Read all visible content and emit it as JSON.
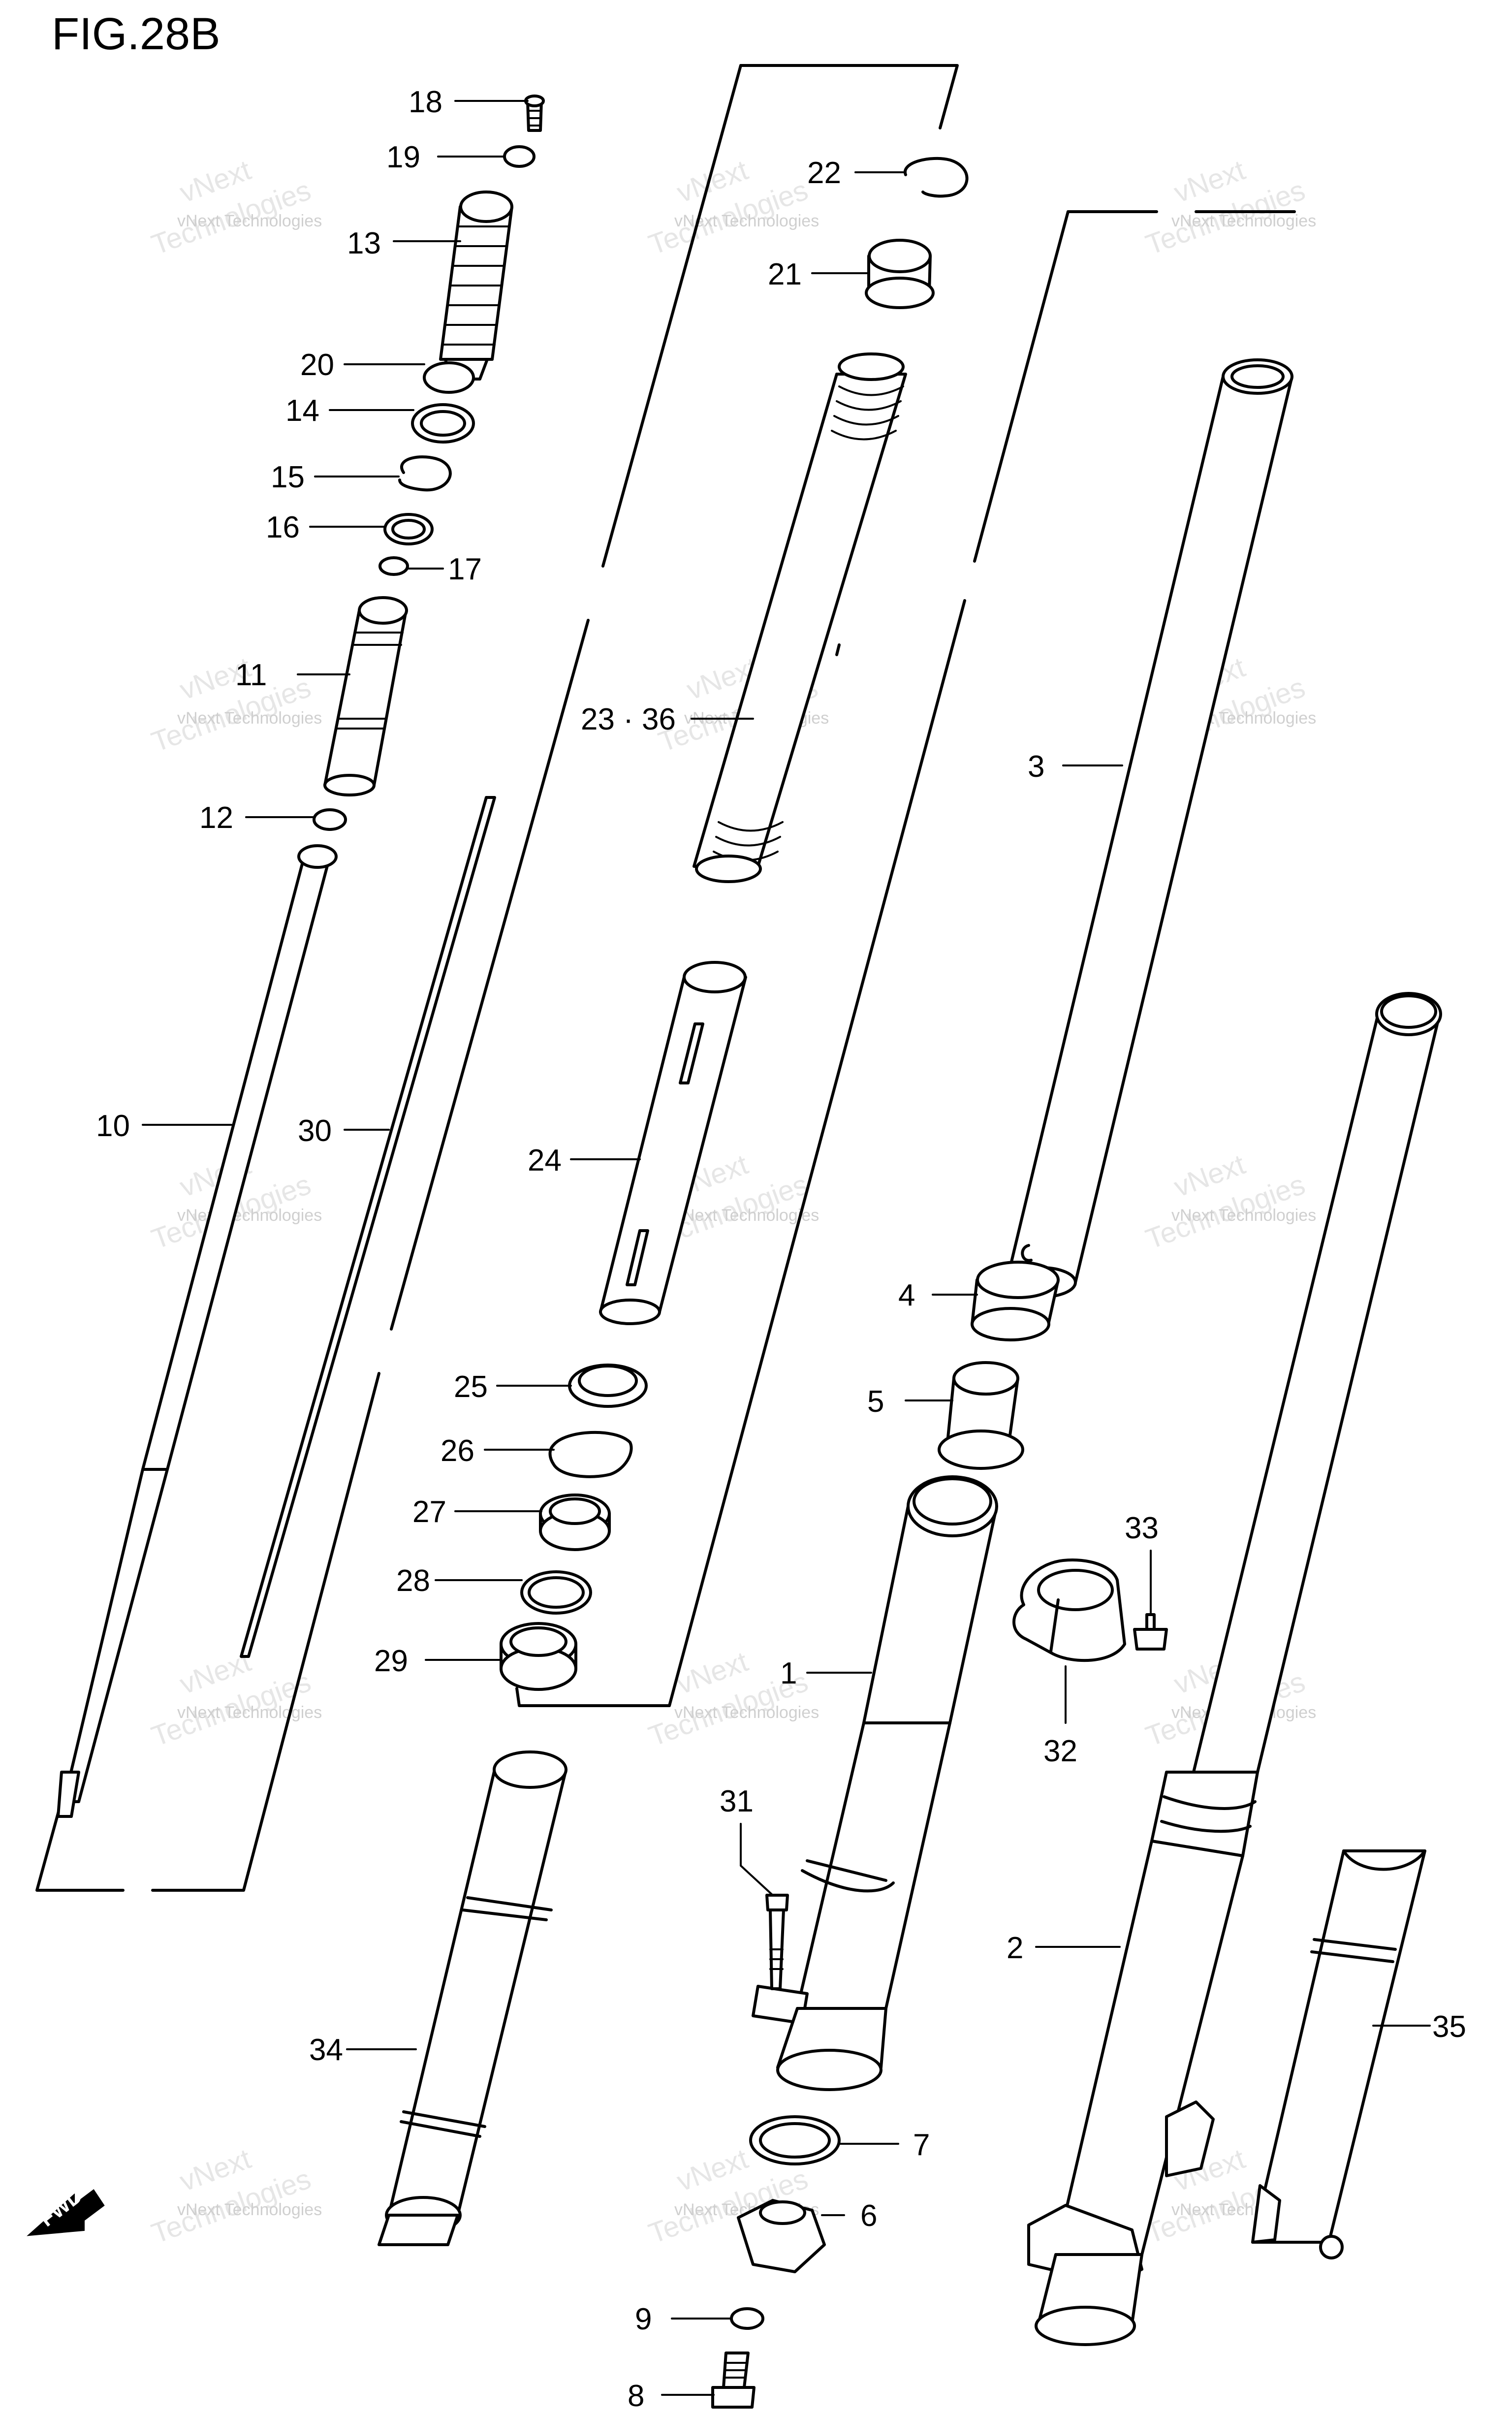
{
  "title": "FIG.28B",
  "watermark": {
    "line1": "vNext Technologies",
    "line2": "vNext",
    "line3": "Technologies"
  },
  "direction_label": "FWD",
  "callouts": {
    "c18": "18",
    "c19": "19",
    "c13": "13",
    "c20": "20",
    "c14": "14",
    "c15": "15",
    "c16": "16",
    "c17": "17",
    "c11": "11",
    "c12": "12",
    "c10": "10",
    "c30": "30",
    "c22": "22",
    "c21": "21",
    "c23_36": "23 · 36",
    "c24": "24",
    "c25": "25",
    "c26": "26",
    "c27": "27",
    "c28": "28",
    "c29": "29",
    "c3": "3",
    "c4": "4",
    "c5": "5",
    "c1": "1",
    "c33": "33",
    "c32": "32",
    "c31": "31",
    "c2": "2",
    "c34": "34",
    "c35": "35",
    "c7": "7",
    "c6": "6",
    "c9": "9",
    "c8": "8"
  },
  "colors": {
    "line": "#000000",
    "background": "#ffffff",
    "watermark": "#cfcfcf"
  }
}
